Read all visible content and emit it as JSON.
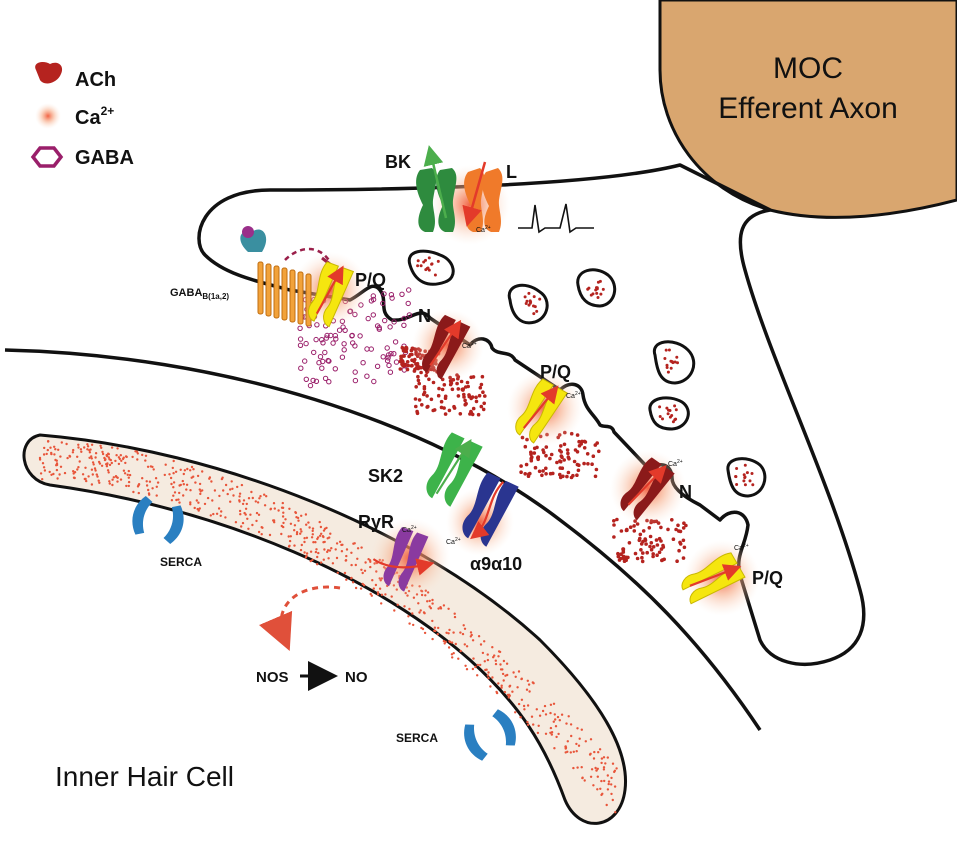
{
  "legend": {
    "ach": "ACh",
    "ca": "Ca",
    "ca_sup": "2+",
    "gaba": "GABA"
  },
  "axon": {
    "line1": "MOC",
    "line2": "Efferent Axon"
  },
  "channels": {
    "bk": "BK",
    "l": "L",
    "pq1": "P/Q",
    "n1": "N",
    "pq2": "P/Q",
    "n2": "N",
    "pq3": "P/Q",
    "sk2": "SK2",
    "a9a10": "α9α10",
    "ryr": "RyR"
  },
  "gaba_receptor": {
    "base": "GABA",
    "sub": "B(1a,2)"
  },
  "ca_small": "Ca",
  "ca_small_sup": "2+",
  "serca1": "SERCA",
  "serca2": "SERCA",
  "nos": "NOS",
  "no": "NO",
  "cell": "Inner Hair Cell",
  "colors": {
    "axon": "#d9a66f",
    "bk": "#2e8b3e",
    "l": "#f07a2a",
    "pq": "#f5e60f",
    "n": "#8b1a1a",
    "sk2": "#3db34a",
    "a9a10": "#2a3590",
    "ryr": "#8a3aa0",
    "serca": "#2a7fc1",
    "gabab": "#f2a23a",
    "gaba_hex": "#9a1f6a",
    "ach": "#b5231f",
    "er_dots": "#e8553a",
    "er_fill": "#f5ebe0"
  }
}
